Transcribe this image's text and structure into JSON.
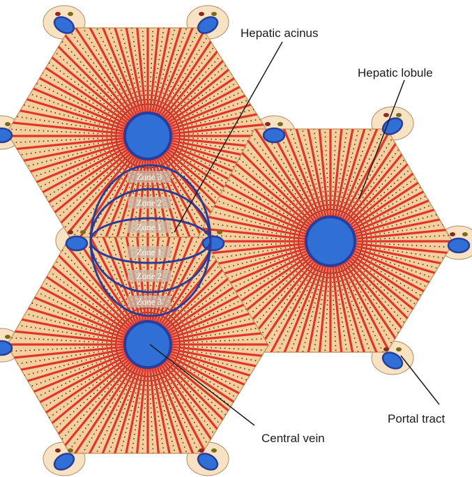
{
  "labels": {
    "hepatic_acinus": "Hepatic acinus",
    "hepatic_lobule": "Hepatic lobule",
    "central_vein": "Central vein",
    "portal_tract": "Portal tract"
  },
  "zones": [
    "Zone 3",
    "Zone 2",
    "Zone 1",
    "Zone 1",
    "Zone 2",
    "Zone 3"
  ],
  "colors": {
    "parenchyma": "#f3cf9e",
    "sinusoid": "#e0352b",
    "vein_fill": "#2f6fd6",
    "vein_stroke": "#2b3d9a",
    "portal_tract_fill": "#f7e3c4",
    "acinus_outline": "#2a3d93",
    "bile_duct": "#8a2a1f",
    "artery": "#7a6a1a"
  },
  "icons": [
    "central-vein-icon",
    "portal-vein-icon",
    "bile-duct-icon",
    "hepatic-artery-icon"
  ]
}
